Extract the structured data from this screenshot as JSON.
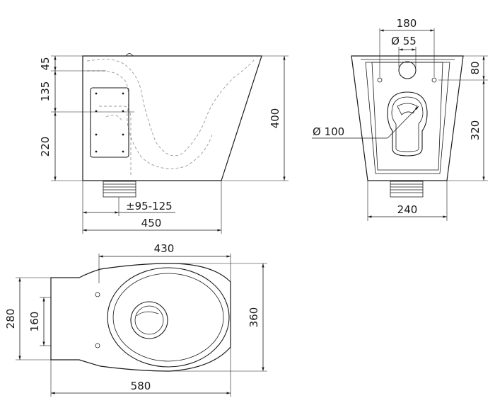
{
  "side_view": {
    "dim_45": "45",
    "dim_135": "135",
    "dim_220": "220",
    "dim_400": "400",
    "dim_offset": "±95-125",
    "dim_450": "450"
  },
  "front_view": {
    "dim_180": "180",
    "dim_d55": "Ø 55",
    "dim_80": "80",
    "dim_320": "320",
    "dim_d100": "Ø 100",
    "dim_240": "240"
  },
  "top_view": {
    "dim_430": "430",
    "dim_280": "280",
    "dim_160": "160",
    "dim_360": "360",
    "dim_580": "580"
  },
  "colors": {
    "line": "#1a1a1a",
    "hidden_line": "#9a9a9a",
    "background": "#ffffff"
  }
}
